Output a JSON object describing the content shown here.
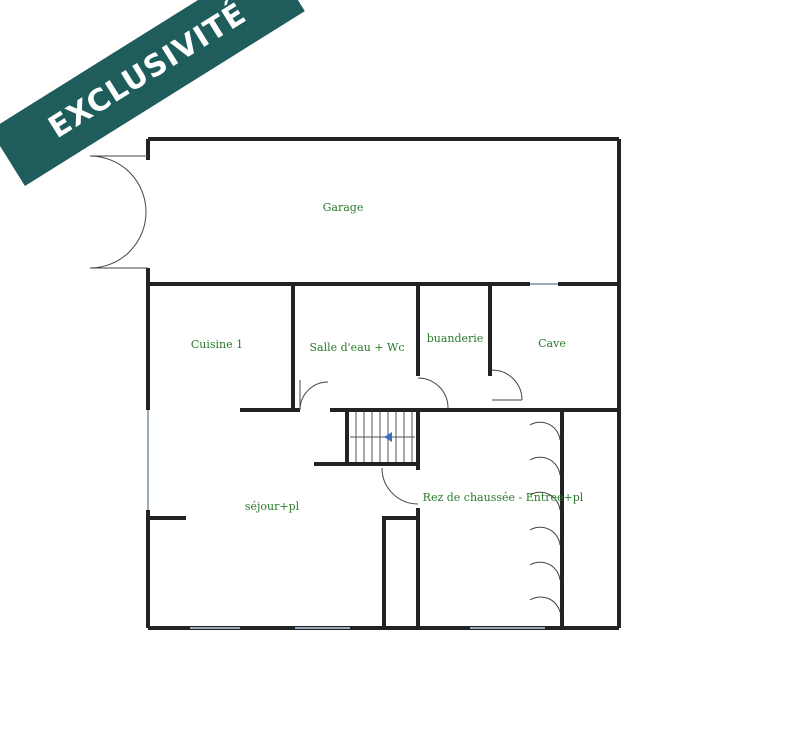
{
  "badge": {
    "label": "EXCLUSIVITÉ"
  },
  "rooms": {
    "garage": "Garage",
    "cuisine": "Cuisine 1",
    "salle_eau": "Salle d'eau + Wc",
    "buanderie": "buanderie",
    "cave": "Cave",
    "sejour": "séjour+pl",
    "entree": "Rez de chaussée - Entree+pl"
  },
  "colors": {
    "wall": "#222222",
    "label": "#2a7a2a",
    "badge": "#1f5d5d",
    "stair_arrow": "#3a6fc0"
  }
}
